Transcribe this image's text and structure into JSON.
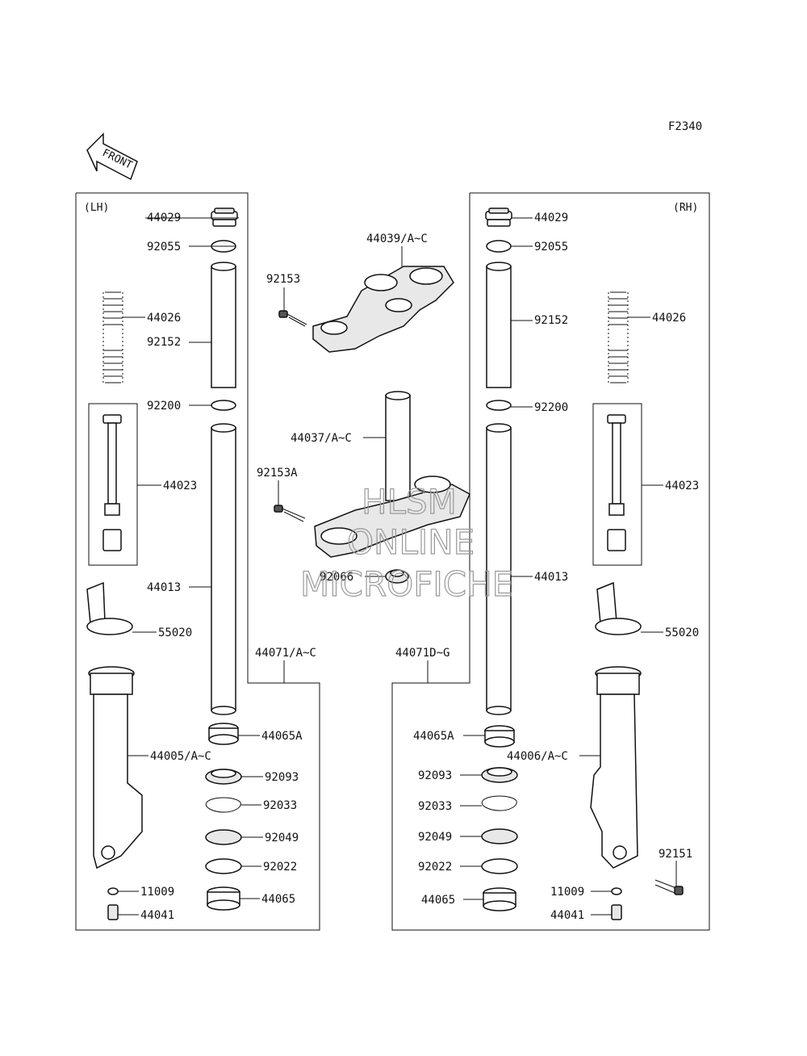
{
  "figure_code": "F2340",
  "front_arrow": "FRONT",
  "panels": {
    "left": "(LH)",
    "right": "(RH)"
  },
  "watermark": {
    "line1": "HLSM",
    "line2": "ONLINE",
    "line3": "MICROFICHE"
  },
  "labels": {
    "l_44029": "44029",
    "l_92055": "92055",
    "l_44026": "44026",
    "l_92152": "92152",
    "l_92200": "92200",
    "l_44023": "44023",
    "l_44013": "44013",
    "l_55020": "55020",
    "l_44005": "44005/A~C",
    "l_44065a": "44065A",
    "l_92093": "92093",
    "l_92033": "92033",
    "l_92049": "92049",
    "l_92022": "92022",
    "l_44065": "44065",
    "l_11009": "11009",
    "l_44041": "44041",
    "l_44071ac": "44071/A~C",
    "c_44039": "44039/A~C",
    "c_92153": "92153",
    "c_44037": "44037/A~C",
    "c_92153a": "92153A",
    "c_92066": "92066",
    "r_44029": "44029",
    "r_92055": "92055",
    "r_44026": "44026",
    "r_92152": "92152",
    "r_92200": "92200",
    "r_44023": "44023",
    "r_44013": "44013",
    "r_55020": "55020",
    "r_44006": "44006/A~C",
    "r_44065a": "44065A",
    "r_92093": "92093",
    "r_92033": "92033",
    "r_92049": "92049",
    "r_92022": "92022",
    "r_44065": "44065",
    "r_92151": "92151",
    "r_11009": "11009",
    "r_44041": "44041",
    "r_44071dg": "44071D~G"
  }
}
